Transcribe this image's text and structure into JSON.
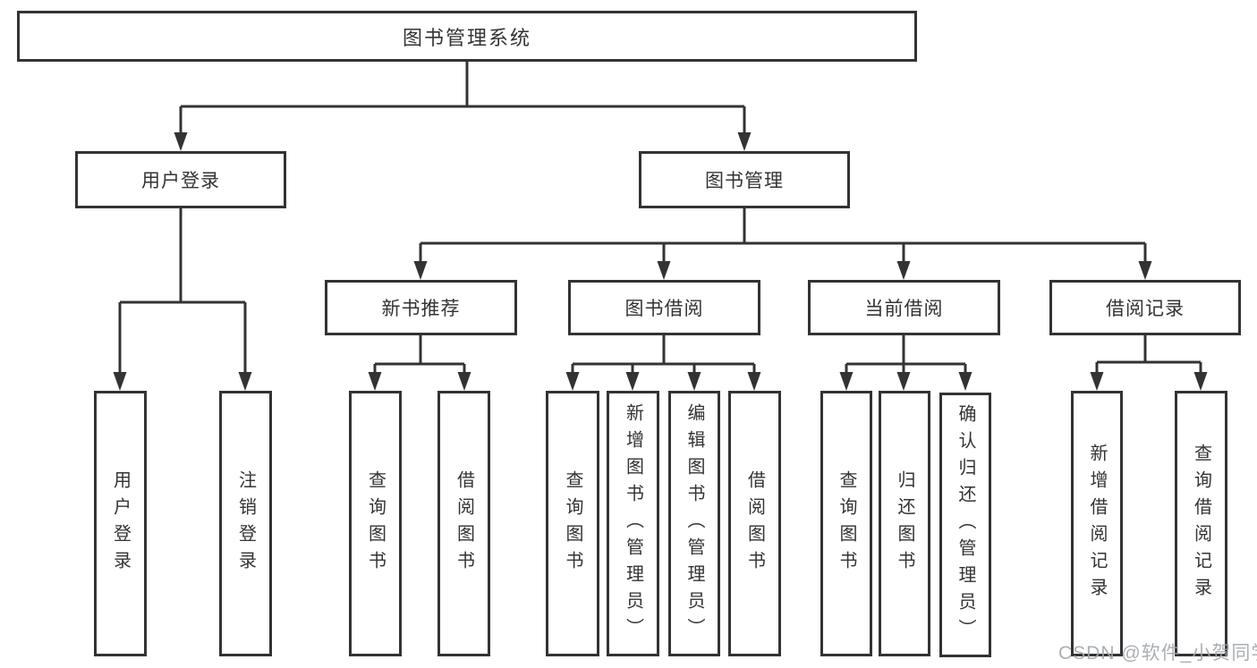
{
  "diagram_type": "hierarchy-tree",
  "watermark": "CSDN @软件_小贺同学",
  "colors": {
    "line": "#333333",
    "box_border": "#333333",
    "text": "#333333",
    "background": "#ffffff",
    "watermark": "#a2a6ad"
  },
  "nodes": {
    "root": {
      "label": "图书管理系统"
    },
    "user_login": {
      "label": "用户登录"
    },
    "book_mgmt": {
      "label": "图书管理"
    },
    "new_book_rec": {
      "label": "新书推荐"
    },
    "book_borrow": {
      "label": "图书借阅"
    },
    "current_borrow": {
      "label": "当前借阅"
    },
    "borrow_record": {
      "label": "借阅记录"
    },
    "login_user": {
      "label": "用户登录"
    },
    "logout": {
      "label": "注销登录"
    },
    "newrec_query_book": {
      "label": "查询图书"
    },
    "newrec_borrow_book": {
      "label": "借阅图书"
    },
    "bb_query_book": {
      "label": "查询图书"
    },
    "bb_add_book": {
      "label": "新增图书（管理员）"
    },
    "bb_edit_book": {
      "label": "编辑图书（管理员）"
    },
    "bb_borrow_book": {
      "label": "借阅图书"
    },
    "cb_query_book": {
      "label": "查询图书"
    },
    "cb_return_book": {
      "label": "归还图书"
    },
    "cb_confirm_return": {
      "label": "确认归还（管理员）"
    },
    "br_add_record": {
      "label": "新增借阅记录"
    },
    "br_query_record": {
      "label": "查询借阅记录"
    }
  },
  "edges": [
    {
      "from": "图书管理系统",
      "to": "用户登录"
    },
    {
      "from": "图书管理系统",
      "to": "图书管理"
    },
    {
      "from": "用户登录",
      "to": "用户登录"
    },
    {
      "from": "用户登录",
      "to": "注销登录"
    },
    {
      "from": "图书管理",
      "to": "新书推荐"
    },
    {
      "from": "图书管理",
      "to": "图书借阅"
    },
    {
      "from": "图书管理",
      "to": "当前借阅"
    },
    {
      "from": "图书管理",
      "to": "借阅记录"
    },
    {
      "from": "新书推荐",
      "to": "查询图书"
    },
    {
      "from": "新书推荐",
      "to": "借阅图书"
    },
    {
      "from": "图书借阅",
      "to": "查询图书"
    },
    {
      "from": "图书借阅",
      "to": "新增图书（管理员）"
    },
    {
      "from": "图书借阅",
      "to": "编辑图书（管理员）"
    },
    {
      "from": "图书借阅",
      "to": "借阅图书"
    },
    {
      "from": "当前借阅",
      "to": "查询图书"
    },
    {
      "from": "当前借阅",
      "to": "归还图书"
    },
    {
      "from": "当前借阅",
      "to": "确认归还（管理员）"
    },
    {
      "from": "借阅记录",
      "to": "新增借阅记录"
    },
    {
      "from": "借阅记录",
      "to": "查询借阅记录"
    }
  ]
}
